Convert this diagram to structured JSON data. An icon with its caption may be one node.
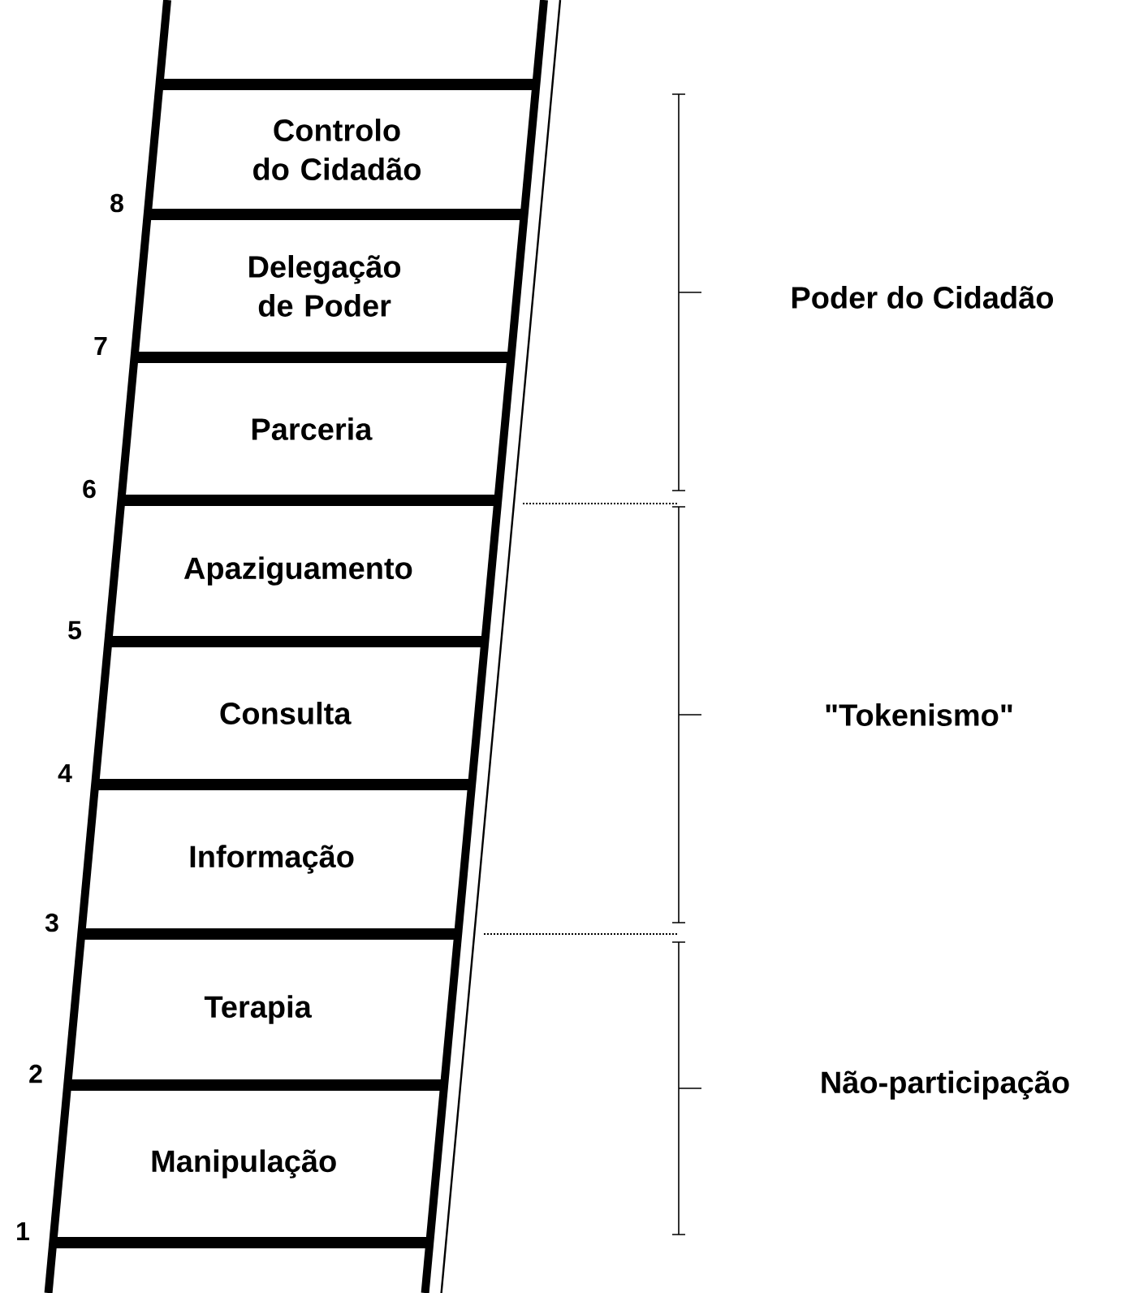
{
  "diagram": {
    "nodes": [
      {
        "text": [
          "Controlo do Cidadão"
        ]
      },
      {
        "text": [
          "Delegação de Poder"
        ]
      },
      {
        "text": [
          "Parceria"
        ]
      },
      {
        "text": [
          "Apaziguamento"
        ]
      },
      {
        "text": [
          "Consulta"
        ]
      },
      {
        "text": [
          "Informação"
        ]
      },
      {
        "text": [
          "Terapia"
        ]
      },
      {
        "text": [
          "Manipulação"
        ]
      }
    ],
    "labels": [
      "8",
      "Poder do Cidadão",
      "7",
      "6",
      "5",
      "\"Tokenismo\"",
      "4",
      "3",
      "2",
      "Não-participação",
      "1"
    ]
  }
}
